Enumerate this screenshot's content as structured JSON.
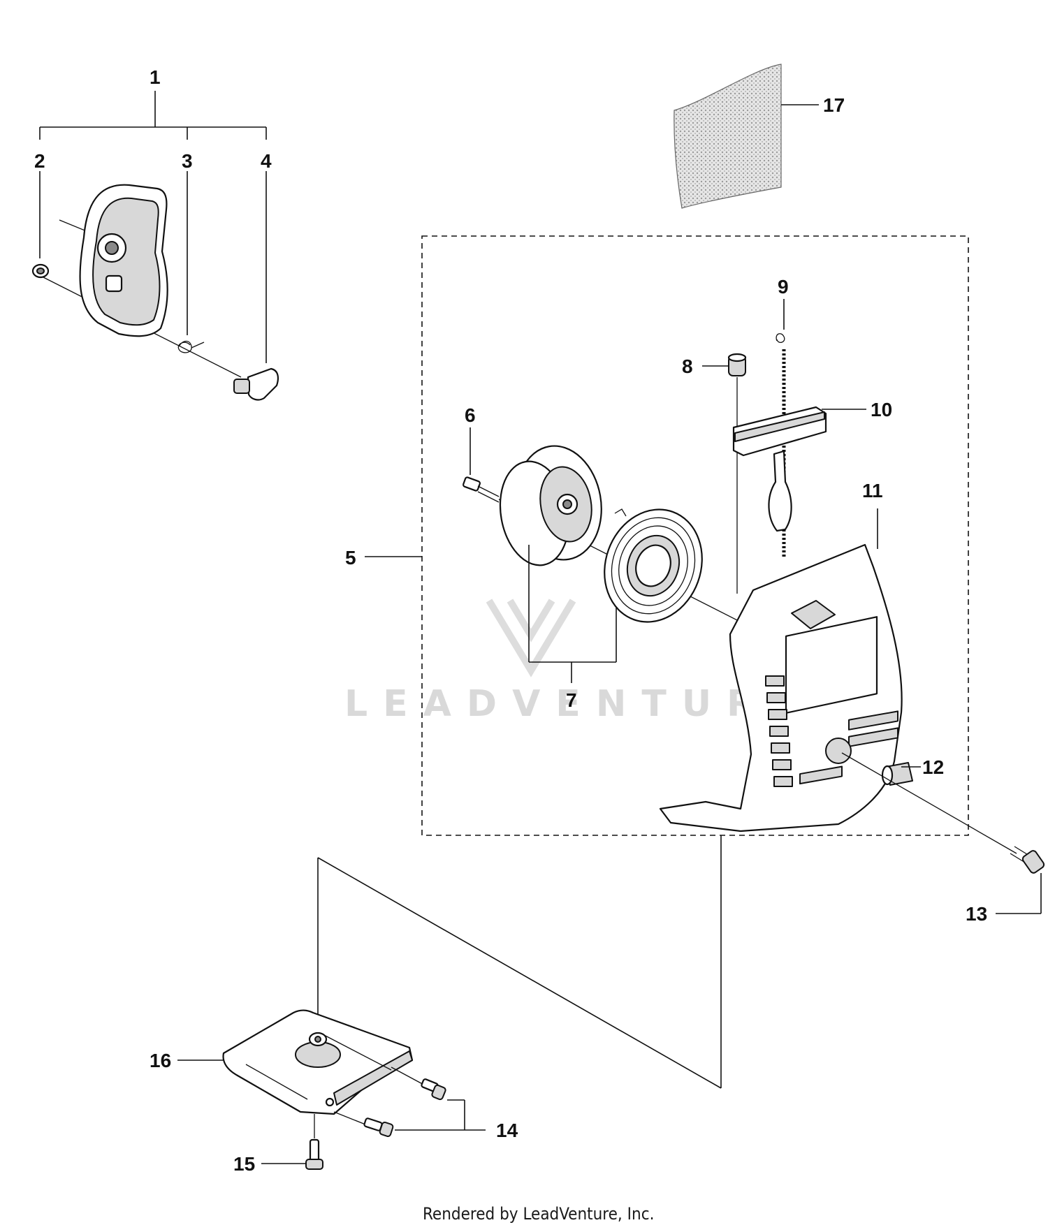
{
  "callouts": {
    "c1": "1",
    "c2": "2",
    "c3": "3",
    "c4": "4",
    "c5": "5",
    "c6": "6",
    "c7": "7",
    "c8": "8",
    "c9": "9",
    "c10": "10",
    "c11": "11",
    "c12": "12",
    "c13": "13",
    "c14": "14",
    "c15": "15",
    "c16": "16",
    "c17": "17"
  },
  "watermark": "LEADVENTURE",
  "footer": "Rendered by LeadVenture, Inc."
}
